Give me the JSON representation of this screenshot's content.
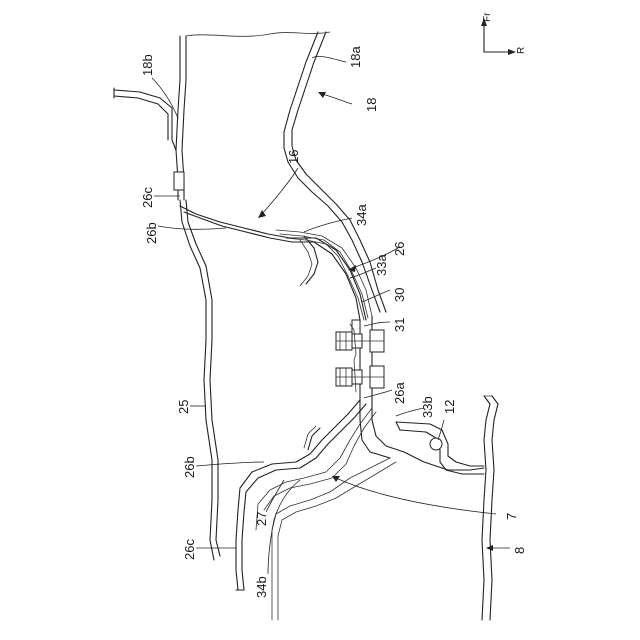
{
  "figure": {
    "direction_indicator": {
      "up": "Fr",
      "right": "R"
    },
    "labels": {
      "l18b": "18b",
      "l18a": "18a",
      "l18": "18",
      "l16": "16",
      "l26c_top": "26c",
      "l26b_top": "26b",
      "l34a": "34a",
      "l26_top": "26",
      "l33a": "33a",
      "l30": "30",
      "l31": "31",
      "l26a": "26a",
      "l33b": "33b",
      "l12": "12",
      "l25": "25",
      "l26b_bottom": "26b",
      "l27": "27",
      "l7": "7",
      "l26c_bottom": "26c",
      "l34b": "34b",
      "l8": "8"
    }
  }
}
